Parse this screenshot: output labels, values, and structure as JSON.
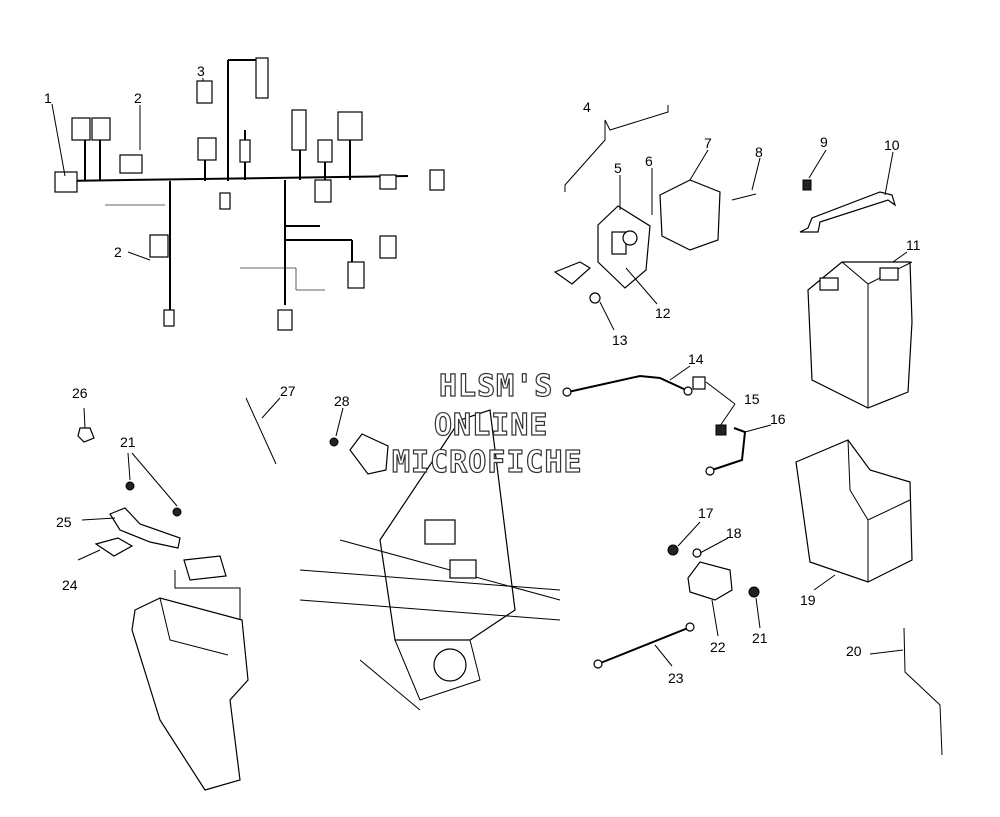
{
  "watermark": {
    "line1": "HLSM'S",
    "line2": "ONLINE",
    "line3": "MICROFICHE"
  },
  "callouts": [
    {
      "id": "1",
      "label": "1"
    },
    {
      "id": "2a",
      "label": "2"
    },
    {
      "id": "2b",
      "label": "2"
    },
    {
      "id": "3",
      "label": "3"
    },
    {
      "id": "4",
      "label": "4"
    },
    {
      "id": "5",
      "label": "5"
    },
    {
      "id": "6",
      "label": "6"
    },
    {
      "id": "7",
      "label": "7"
    },
    {
      "id": "8",
      "label": "8"
    },
    {
      "id": "9",
      "label": "9"
    },
    {
      "id": "10",
      "label": "10"
    },
    {
      "id": "11",
      "label": "11"
    },
    {
      "id": "12",
      "label": "12"
    },
    {
      "id": "13",
      "label": "13"
    },
    {
      "id": "14",
      "label": "14"
    },
    {
      "id": "15",
      "label": "15"
    },
    {
      "id": "16",
      "label": "16"
    },
    {
      "id": "17",
      "label": "17"
    },
    {
      "id": "18",
      "label": "18"
    },
    {
      "id": "19",
      "label": "19"
    },
    {
      "id": "20",
      "label": "20"
    },
    {
      "id": "21a",
      "label": "21"
    },
    {
      "id": "21b",
      "label": "21"
    },
    {
      "id": "22",
      "label": "22"
    },
    {
      "id": "23",
      "label": "23"
    },
    {
      "id": "24",
      "label": "24"
    },
    {
      "id": "25",
      "label": "25"
    },
    {
      "id": "26",
      "label": "26"
    },
    {
      "id": "27",
      "label": "27"
    },
    {
      "id": "28",
      "label": "28"
    }
  ]
}
